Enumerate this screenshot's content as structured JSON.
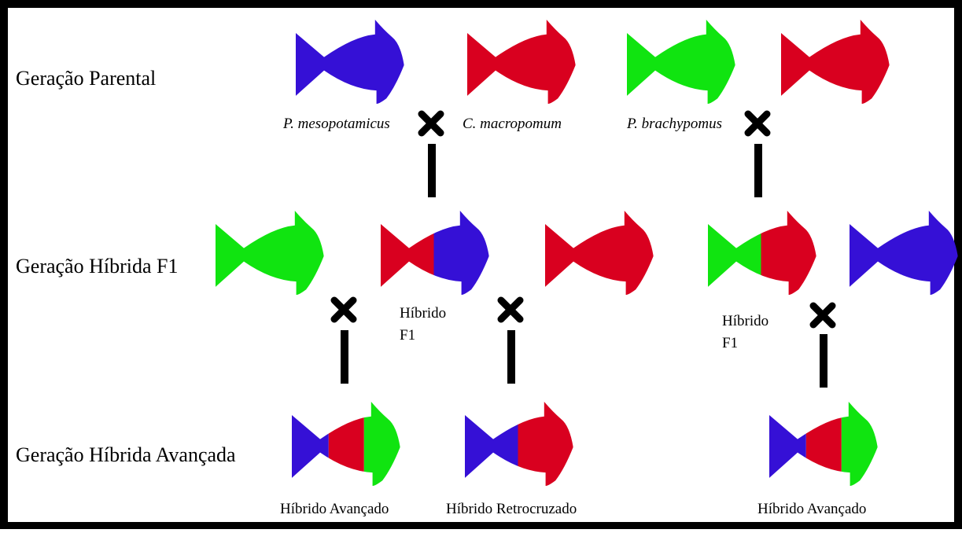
{
  "colors": {
    "blue": "#3510d6",
    "red": "#d9001f",
    "green": "#10e410",
    "frame": "#000000",
    "cross": "#000000"
  },
  "generations": {
    "parental": "Geração Parental",
    "f1": "Geração Híbrida F1",
    "advanced": "Geração Híbrida Avançada"
  },
  "species": {
    "p_mesopotamicus": "P. mesopotamicus",
    "c_macropomum": "C. macropomum",
    "p_brachypomus": "P. brachypomus"
  },
  "captions": {
    "hybrid_f1_line1": "Híbrido",
    "hybrid_f1_line2": "F1",
    "advanced_hybrid": "Híbrido Avançado",
    "backcross_hybrid": "Híbrido Retrocruzado"
  },
  "fish": [
    {
      "id": "parent-blue",
      "colors": [
        "blue"
      ]
    },
    {
      "id": "parent-red-1",
      "colors": [
        "red"
      ]
    },
    {
      "id": "parent-green",
      "colors": [
        "green"
      ]
    },
    {
      "id": "parent-red-2",
      "colors": [
        "red"
      ]
    },
    {
      "id": "f1-green",
      "colors": [
        "green"
      ]
    },
    {
      "id": "f1-hybrid-red-blue",
      "colors": [
        "red",
        "blue"
      ]
    },
    {
      "id": "f1-red",
      "colors": [
        "red"
      ]
    },
    {
      "id": "f1-hybrid-green-red",
      "colors": [
        "green",
        "red"
      ]
    },
    {
      "id": "f1-blue",
      "colors": [
        "blue"
      ]
    },
    {
      "id": "adv-hybrid-1",
      "colors": [
        "blue",
        "red",
        "green"
      ]
    },
    {
      "id": "backcross-hybrid",
      "colors": [
        "blue",
        "red"
      ]
    },
    {
      "id": "adv-hybrid-2",
      "colors": [
        "blue",
        "red",
        "green"
      ]
    }
  ]
}
